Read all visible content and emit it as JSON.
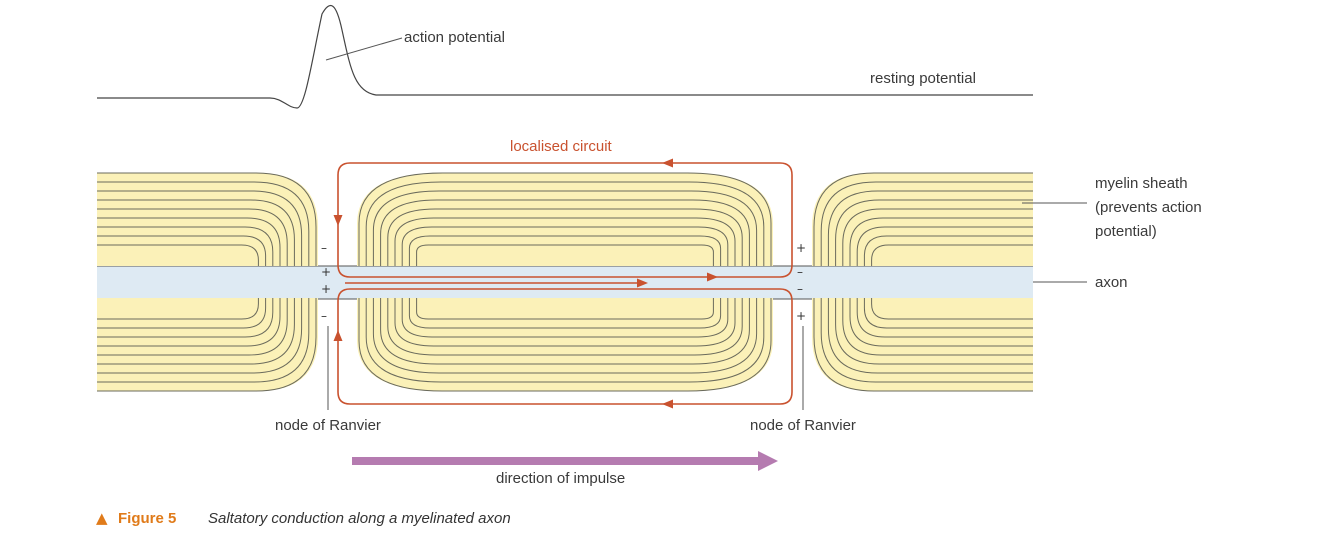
{
  "potential_trace": {
    "action_label": "action potential",
    "resting_label": "resting potential"
  },
  "circuit": {
    "label": "localised circuit",
    "color": "#c9522f"
  },
  "labels": {
    "myelin": [
      "myelin sheath",
      "(prevents action",
      "potential)"
    ],
    "axon": "axon",
    "node_left": "node of Ranvier",
    "node_right": "node of Ranvier",
    "direction": "direction of impulse"
  },
  "charges": {
    "left_outer_top": "–",
    "left_inner_top": "+",
    "left_inner_bottom": "+",
    "left_outer_bottom": "–",
    "right_outer_top": "+",
    "right_inner_top": "–",
    "right_inner_bottom": "–",
    "right_outer_bottom": "+"
  },
  "caption": {
    "marker": "▲",
    "number": "Figure 5",
    "text": "Saltatory conduction along a myelinated axon"
  },
  "colors": {
    "myelin": "#fbf1b8",
    "axon": "#deeaf3",
    "arrow": "#b57bb0",
    "caption_accent": "#e07b1a"
  }
}
